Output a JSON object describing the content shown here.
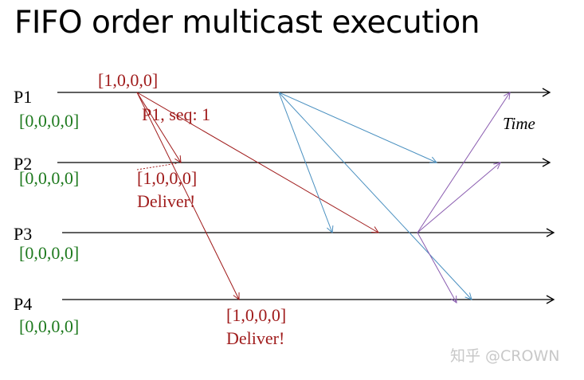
{
  "title": "FIFO order multicast execution",
  "time_label": "Time",
  "processes": [
    {
      "name": "P1",
      "vector": "[0,0,0,0]"
    },
    {
      "name": "P2",
      "vector": "[0,0,0,0]"
    },
    {
      "name": "P3",
      "vector": "[0,0,0,0]"
    },
    {
      "name": "P4",
      "vector": "[0,0,0,0]"
    }
  ],
  "annotations": {
    "p1_send_vector": "[1,0,0,0]",
    "p1_send_label": "P1, seq: 1",
    "p2_deliver_vector": "[1,0,0,0]",
    "p2_deliver_label": "Deliver!",
    "p4_deliver_vector": "[1,0,0,0]",
    "p4_deliver_label": "Deliver!"
  },
  "colors": {
    "red_message": "#a01c1c",
    "blue_message": "#4a90c0",
    "purple_message": "#8a5cb0",
    "vector_green": "#1f7a1f"
  },
  "watermark": "知乎 @CROWN"
}
